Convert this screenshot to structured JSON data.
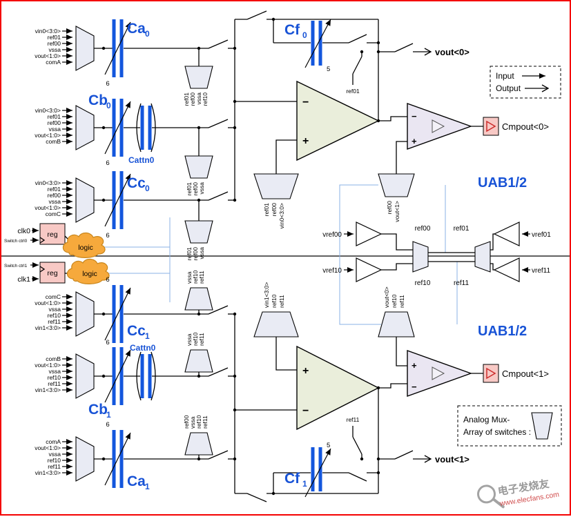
{
  "sym": {
    "minus": "−",
    "plus": "+"
  },
  "legend": {
    "input": "Input",
    "output": "Output"
  },
  "mux_legend": {
    "line1": "Analog Mux-",
    "line2": "Array of switches :"
  },
  "watermark": {
    "brand": "电子发烧友",
    "url": "www.elecfans.com"
  },
  "control": {
    "clk0": "clk0",
    "sw0": "Switch ctrl0",
    "reg0": "reg",
    "logic0": "logic",
    "sw1": "Switch ctrl1",
    "clk1": "clk1",
    "reg1": "reg",
    "logic1": "logic"
  },
  "refs": {
    "vref00": "vref00",
    "vref10": "vref10",
    "vref01": "vref01",
    "vref11": "vref11",
    "ref00": "ref00",
    "ref01": "ref01",
    "ref10": "ref10",
    "ref11": "ref11"
  },
  "top": {
    "uab": "UAB1/2",
    "groups": [
      {
        "inputs": [
          "vin0<3:0>",
          "ref01",
          "ref00",
          "vssa",
          "vout<1:0>",
          "comA"
        ],
        "cap": {
          "name": "Ca",
          "sub": "0"
        },
        "bits": "6"
      },
      {
        "inputs": [
          "vin0<3:0>",
          "ref01",
          "ref00",
          "vssa",
          "vout<1:0>",
          "comB"
        ],
        "cap": {
          "name": "Cb",
          "sub": "0"
        },
        "bits": "6"
      },
      {
        "inputs": [
          "vin0<3:0>",
          "ref01",
          "ref00",
          "vssa",
          "vout<1:0>",
          "comC"
        ],
        "cap": {
          "name": "Cc",
          "sub": "0"
        },
        "bits": "6"
      }
    ],
    "attn": "Cattn0",
    "mux1": [
      "ref01",
      "ref00",
      "vssa",
      "ref10"
    ],
    "mux2": [
      "ref01",
      "ref00",
      "vssa"
    ],
    "mux3": [
      "ref01",
      "ref00",
      "vssa"
    ],
    "plus_mux": [
      "ref01",
      "ref00",
      "vin0<3:0>"
    ],
    "cmp_mux": [
      "ref00",
      "vout<1>"
    ],
    "cf": {
      "name": "Cf",
      "sub": "0",
      "bits": "5"
    },
    "reset_ref": "ref01",
    "vout": "vout<0>",
    "cmpout": "Cmpout<0>"
  },
  "bottom": {
    "uab": "UAB1/2",
    "groups": [
      {
        "inputs": [
          "comC",
          "vout<1:0>",
          "vssa",
          "ref10",
          "ref11",
          "vin1<3:0>"
        ],
        "cap": {
          "name": "Cc",
          "sub": "1"
        },
        "bits": "6"
      },
      {
        "inputs": [
          "comB",
          "vout<1:0>",
          "vssa",
          "ref10",
          "ref11",
          "vin1<3:0>"
        ],
        "cap": {
          "name": "Cb",
          "sub": "1"
        },
        "bits": "6"
      },
      {
        "inputs": [
          "comA",
          "vout<1:0>",
          "vssa",
          "ref10",
          "ref11",
          "vin1<3:0>"
        ],
        "cap": {
          "name": "Ca",
          "sub": "1"
        },
        "bits": "6"
      }
    ],
    "attn": "Cattn0",
    "mux1": [
      "vssa",
      "ref10",
      "ref11"
    ],
    "mux2": [
      "vssa",
      "ref10",
      "ref11"
    ],
    "mux3": [
      "ref00",
      "vssa",
      "ref10",
      "ref11"
    ],
    "plus_mux": [
      "vin1<3:0>",
      "ref10",
      "ref11"
    ],
    "cmp_mux": [
      "vout<0>",
      "ref10",
      "ref11"
    ],
    "cf": {
      "name": "Cf",
      "sub": "1",
      "bits": "5"
    },
    "reset_ref": "ref11",
    "vout": "vout<1>",
    "cmpout": "Cmpout<1>"
  }
}
